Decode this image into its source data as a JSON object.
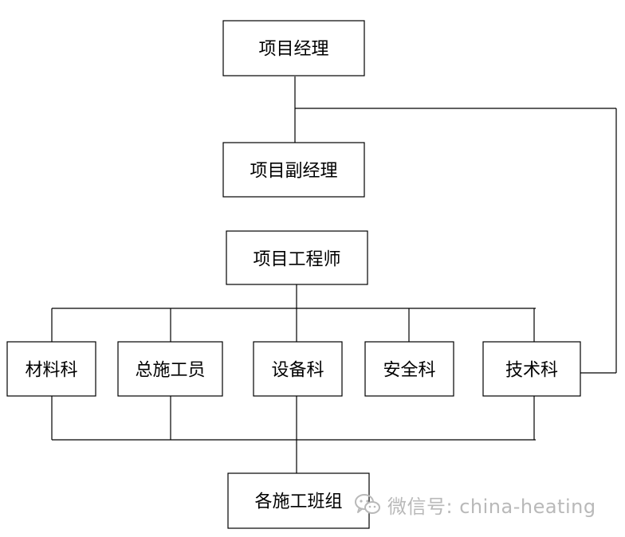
{
  "nodes": {
    "project_manager": "项目经理",
    "deputy_manager": "项目副经理",
    "project_engineer": "项目工程师",
    "materials_dept": "材料科",
    "general_construction_staff": "总施工员",
    "equipment_dept": "设备科",
    "safety_dept": "安全科",
    "technical_dept": "技术科",
    "construction_teams": "各施工班组"
  },
  "watermark": {
    "icon": "wechat-icon",
    "text": "微信号: china-heating"
  },
  "colors": {
    "line": "#000000",
    "box_border": "#000000",
    "watermark": "#b9b9b9"
  }
}
